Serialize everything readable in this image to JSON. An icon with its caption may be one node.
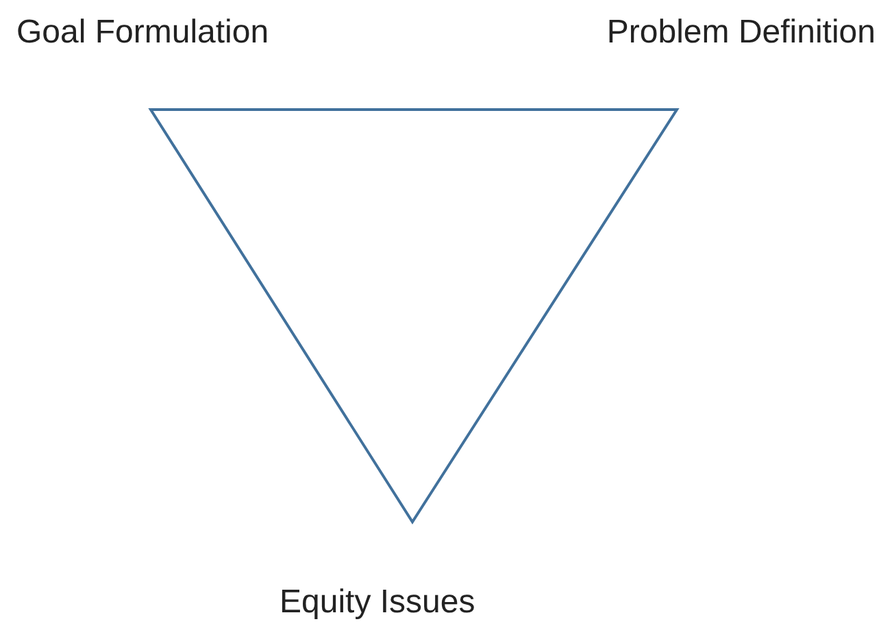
{
  "diagram": {
    "nodes": [
      {
        "text": [],
        "shape": "triangle"
      }
    ],
    "labels": [
      "Goal Formulation",
      "Problem Definition",
      "Equity Issues"
    ]
  }
}
